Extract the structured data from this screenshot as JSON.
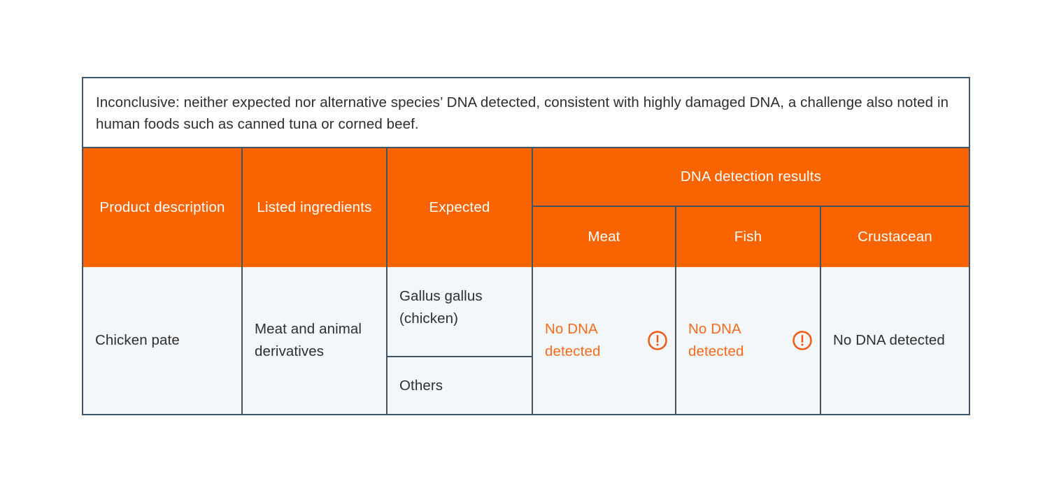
{
  "colors": {
    "header_bg": "#fa6400",
    "header_text": "#ffffff",
    "cell_bg": "#f4f7fa",
    "border": "#3d5566",
    "body_text": "#2e2e2e",
    "alert_accent": "#f96a1b"
  },
  "note": {
    "text": "Inconclusive: neither expected nor alternative species’ DNA detected, consistent with highly damaged DNA, a challenge also noted in human foods such as canned tuna or corned beef."
  },
  "table": {
    "headers": {
      "product_description": "Product description",
      "listed_ingredients": "Listed ingredients",
      "expected": "Expected",
      "dna_group": "DNA detection results",
      "meat": "Meat",
      "fish": "Fish",
      "crustacean": "Crustacean"
    },
    "rows": [
      {
        "product_description": "Chicken pate",
        "listed_ingredients": "Meat and animal derivatives",
        "expected_primary": "Gallus gallus (chicken)",
        "expected_secondary": "Others",
        "results": {
          "meat": {
            "text": "No DNA detected",
            "flagged": true,
            "icon": "alert-circle-icon"
          },
          "fish": {
            "text": "No DNA detected",
            "flagged": true,
            "icon": "alert-circle-icon"
          },
          "crustacean": {
            "text": "No DNA detected",
            "flagged": false,
            "icon": ""
          }
        }
      }
    ]
  }
}
